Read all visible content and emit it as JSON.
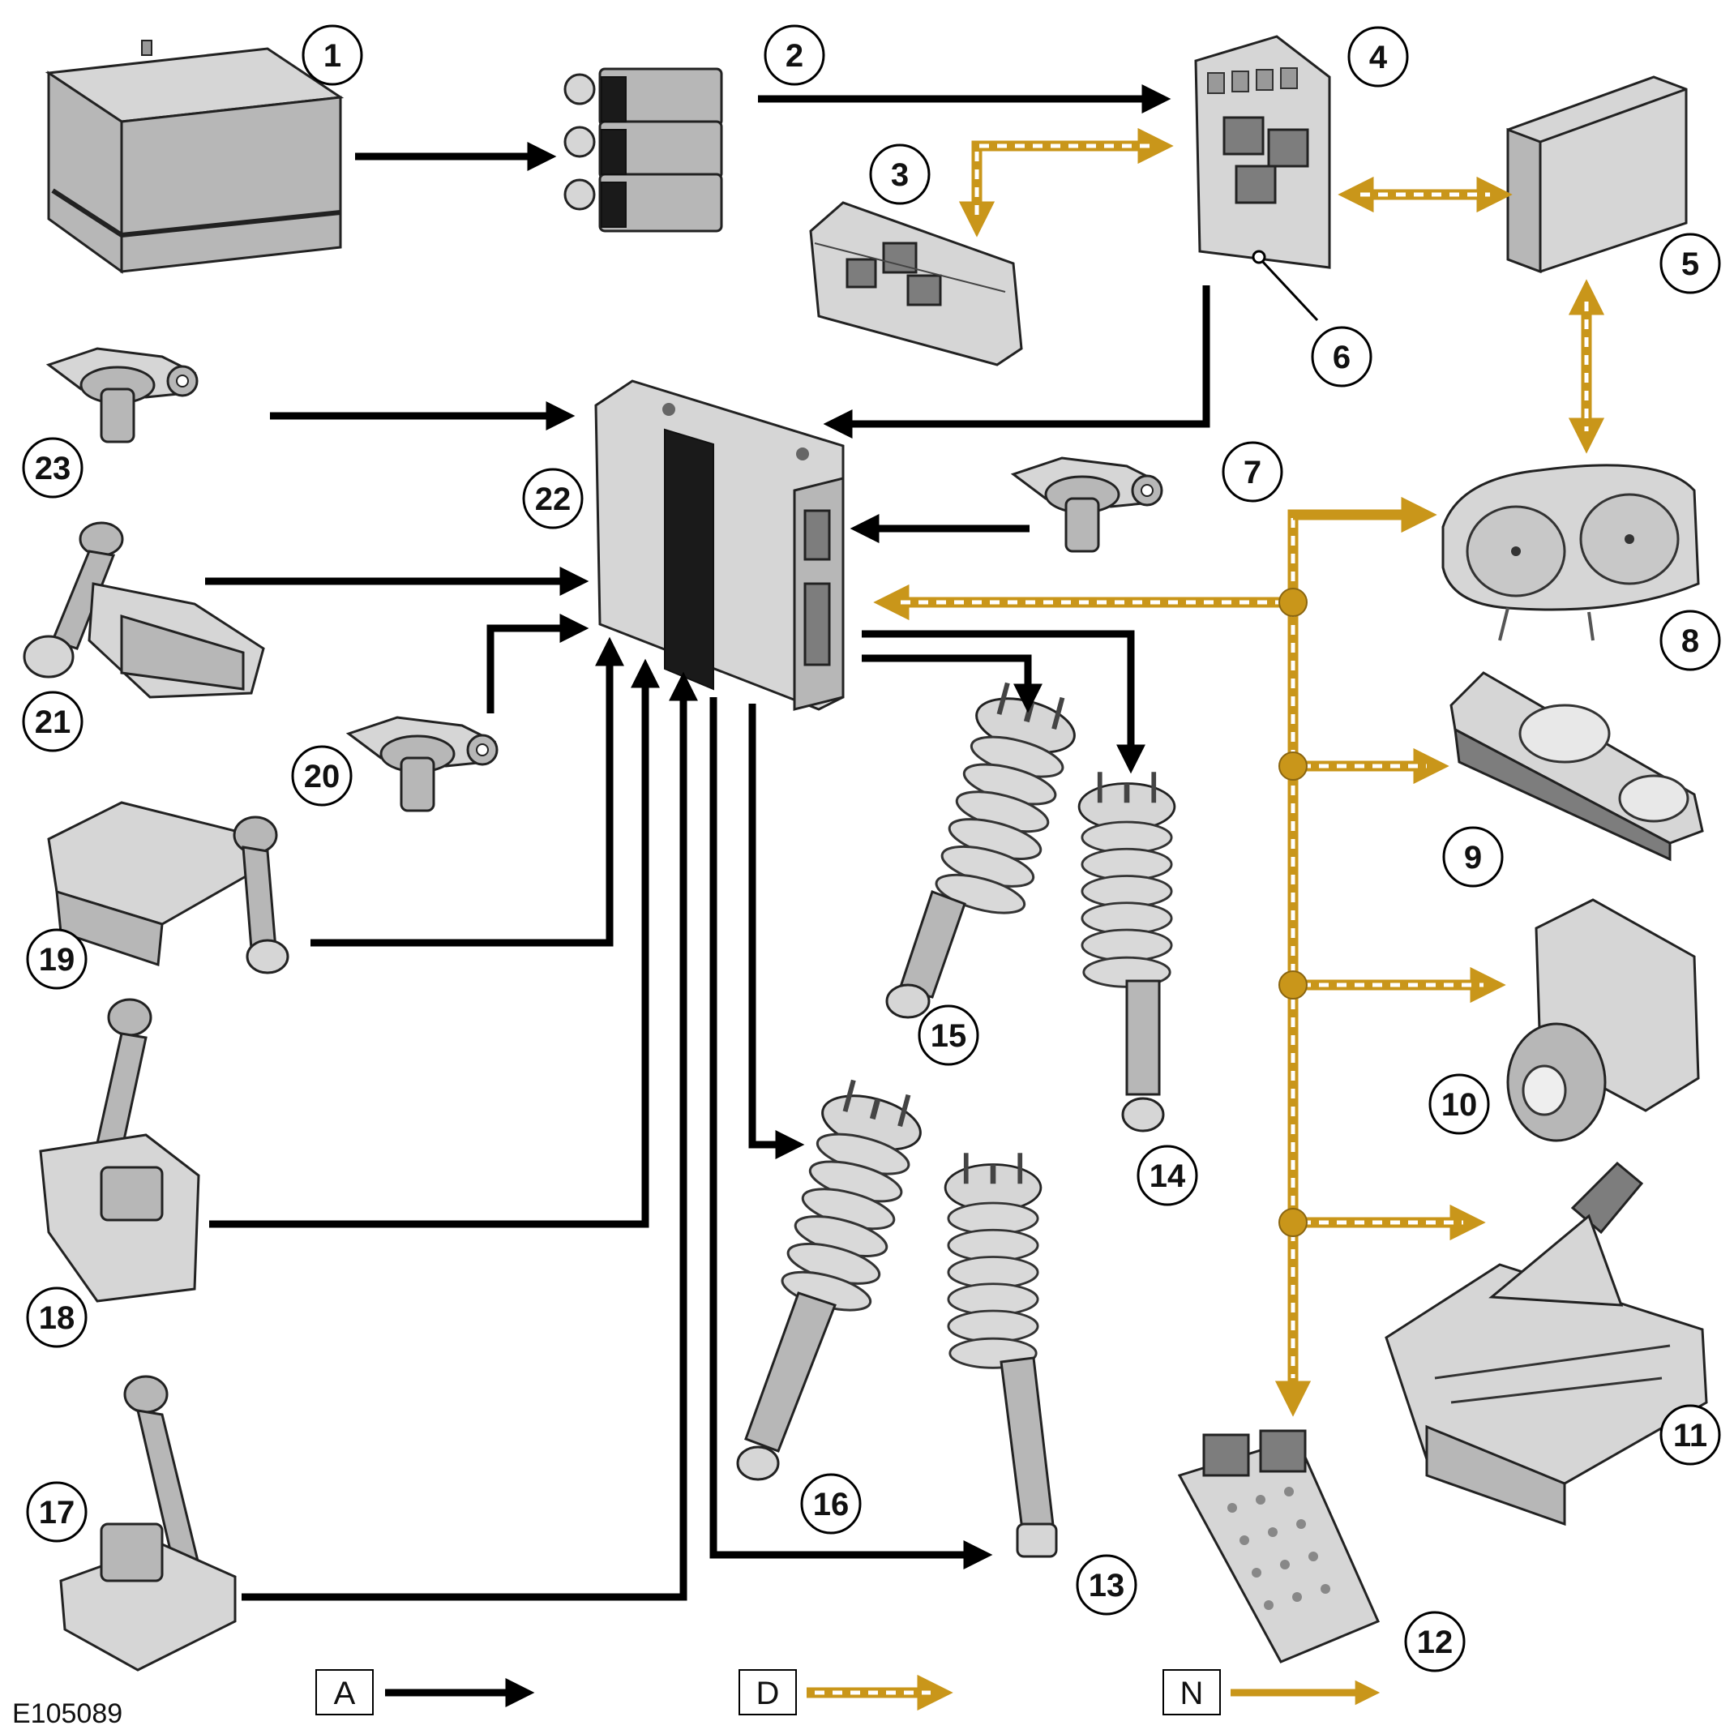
{
  "figure_id": "E105089",
  "accent_colors": {
    "hardwired": "#000000",
    "can_bus": "#c9961a",
    "can_dash": "#ffffff"
  },
  "callouts": [
    "1",
    "2",
    "3",
    "4",
    "5",
    "6",
    "7",
    "8",
    "9",
    "10",
    "11",
    "12",
    "13",
    "14",
    "15",
    "16",
    "17",
    "18",
    "19",
    "20",
    "21",
    "22",
    "23"
  ],
  "legend": [
    {
      "key": "A",
      "style": "solid-black"
    },
    {
      "key": "D",
      "style": "dashed-gold"
    },
    {
      "key": "N",
      "style": "solid-gold"
    }
  ]
}
